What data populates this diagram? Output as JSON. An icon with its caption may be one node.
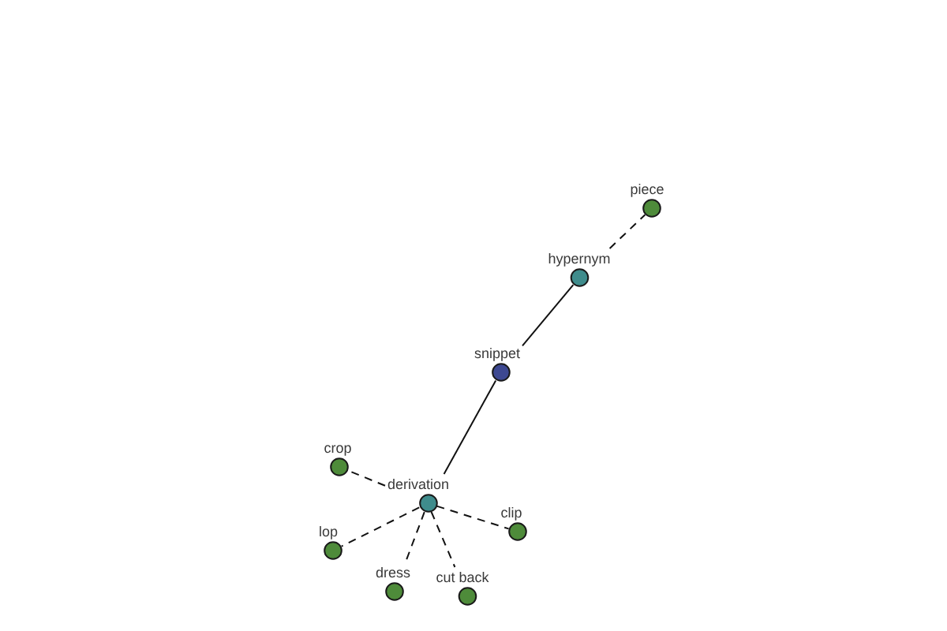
{
  "diagram": {
    "nodes": [
      {
        "text": [
          "piece"
        ]
      },
      {
        "text": [
          "hypernym"
        ]
      },
      {
        "text": [
          "snippet"
        ]
      },
      {
        "text": [
          "crop"
        ]
      },
      {
        "text": [
          "derivation"
        ]
      },
      {
        "text": [
          "clip"
        ]
      },
      {
        "text": [
          "lop"
        ]
      },
      {
        "text": [
          "dress"
        ]
      },
      {
        "text": [
          "cut back"
        ]
      }
    ],
    "edges": [
      {
        "from": 2,
        "to": 1,
        "arrow": "none"
      },
      {
        "from": 1,
        "to": 0,
        "arrow": "none",
        "style": "dashed"
      },
      {
        "from": 2,
        "to": 4,
        "arrow": "none"
      },
      {
        "from": 4,
        "to": 3,
        "arrow": "none",
        "style": "dashed"
      },
      {
        "from": 4,
        "to": 5,
        "arrow": "none",
        "style": "dashed"
      },
      {
        "from": 4,
        "to": 6,
        "arrow": "none",
        "style": "dashed"
      },
      {
        "from": 4,
        "to": 7,
        "arrow": "none",
        "style": "dashed"
      },
      {
        "from": 4,
        "to": 8,
        "arrow": "none",
        "style": "dashed"
      }
    ]
  }
}
